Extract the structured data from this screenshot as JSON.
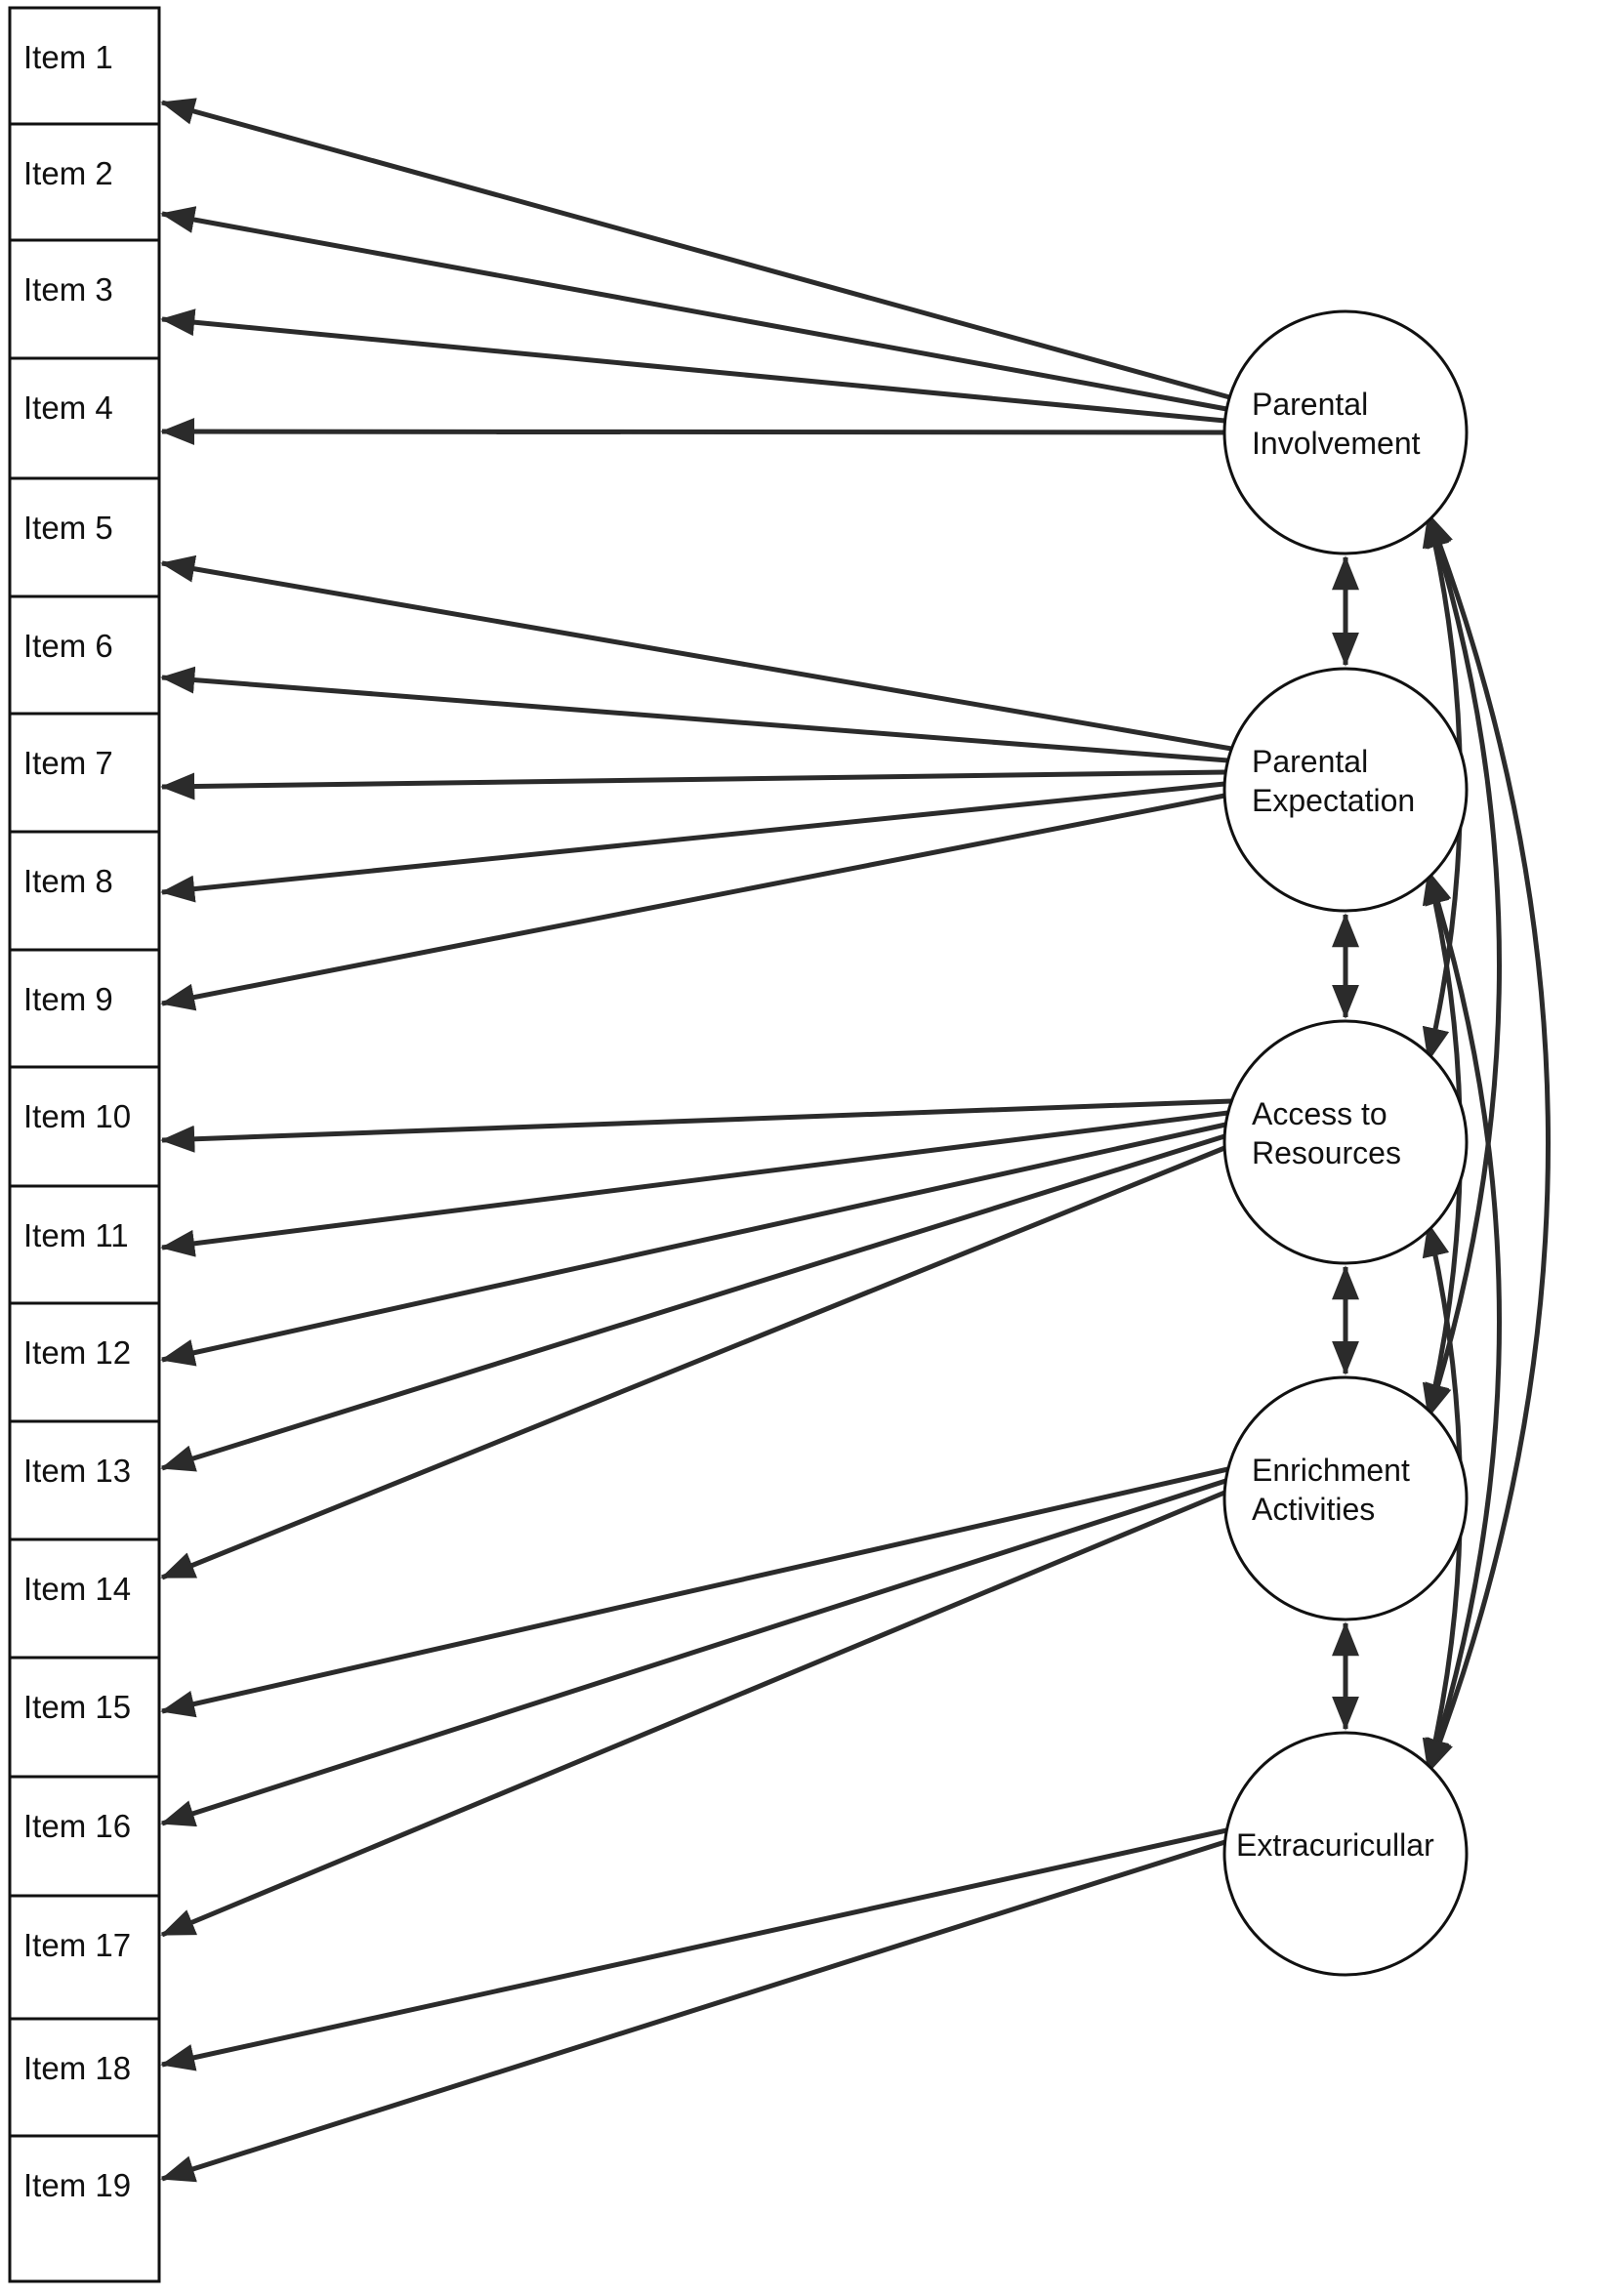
{
  "items": [
    {
      "label": "Item 1",
      "factor": "parental_involvement"
    },
    {
      "label": "Item 2",
      "factor": "parental_involvement"
    },
    {
      "label": "Item 3",
      "factor": "parental_involvement"
    },
    {
      "label": "Item 4",
      "factor": "parental_involvement"
    },
    {
      "label": "Item 5",
      "factor": "parental_expectation"
    },
    {
      "label": "Item 6",
      "factor": "parental_expectation"
    },
    {
      "label": "Item 7",
      "factor": "parental_expectation"
    },
    {
      "label": "Item 8",
      "factor": "parental_expectation"
    },
    {
      "label": "Item 9",
      "factor": "parental_expectation"
    },
    {
      "label": "Item 10",
      "factor": "access_to_resources"
    },
    {
      "label": "Item 11",
      "factor": "access_to_resources"
    },
    {
      "label": "Item 12",
      "factor": "access_to_resources"
    },
    {
      "label": "Item 13",
      "factor": "access_to_resources"
    },
    {
      "label": "Item 14",
      "factor": "access_to_resources"
    },
    {
      "label": "Item 15",
      "factor": "enrichment_activities"
    },
    {
      "label": "Item 16",
      "factor": "enrichment_activities"
    },
    {
      "label": "Item 17",
      "factor": "enrichment_activities"
    },
    {
      "label": "Item 18",
      "factor": "extracuricullar"
    },
    {
      "label": "Item 19",
      "factor": "extracuricullar"
    }
  ],
  "factors": [
    {
      "id": "parental_involvement",
      "lines": [
        "Parental",
        "Involvement"
      ]
    },
    {
      "id": "parental_expectation",
      "lines": [
        "Parental",
        "Expectation"
      ]
    },
    {
      "id": "access_to_resources",
      "lines": [
        "Access to",
        "Resources"
      ]
    },
    {
      "id": "enrichment_activities",
      "lines": [
        "Enrichment",
        "Activities"
      ]
    },
    {
      "id": "extracuricullar",
      "lines": [
        "Extracuricullar"
      ]
    }
  ],
  "correlations": [
    [
      "parental_involvement",
      "parental_expectation"
    ],
    [
      "parental_expectation",
      "access_to_resources"
    ],
    [
      "access_to_resources",
      "enrichment_activities"
    ],
    [
      "enrichment_activities",
      "extracuricullar"
    ],
    [
      "parental_involvement",
      "access_to_resources"
    ],
    [
      "parental_involvement",
      "enrichment_activities"
    ],
    [
      "parental_involvement",
      "extracuricullar"
    ],
    [
      "parental_expectation",
      "enrichment_activities"
    ],
    [
      "parental_expectation",
      "extracuricullar"
    ],
    [
      "access_to_resources",
      "extracuricullar"
    ]
  ],
  "colors": {
    "line": "#2b2b2b",
    "stroke": "#111111",
    "background": "#ffffff"
  }
}
